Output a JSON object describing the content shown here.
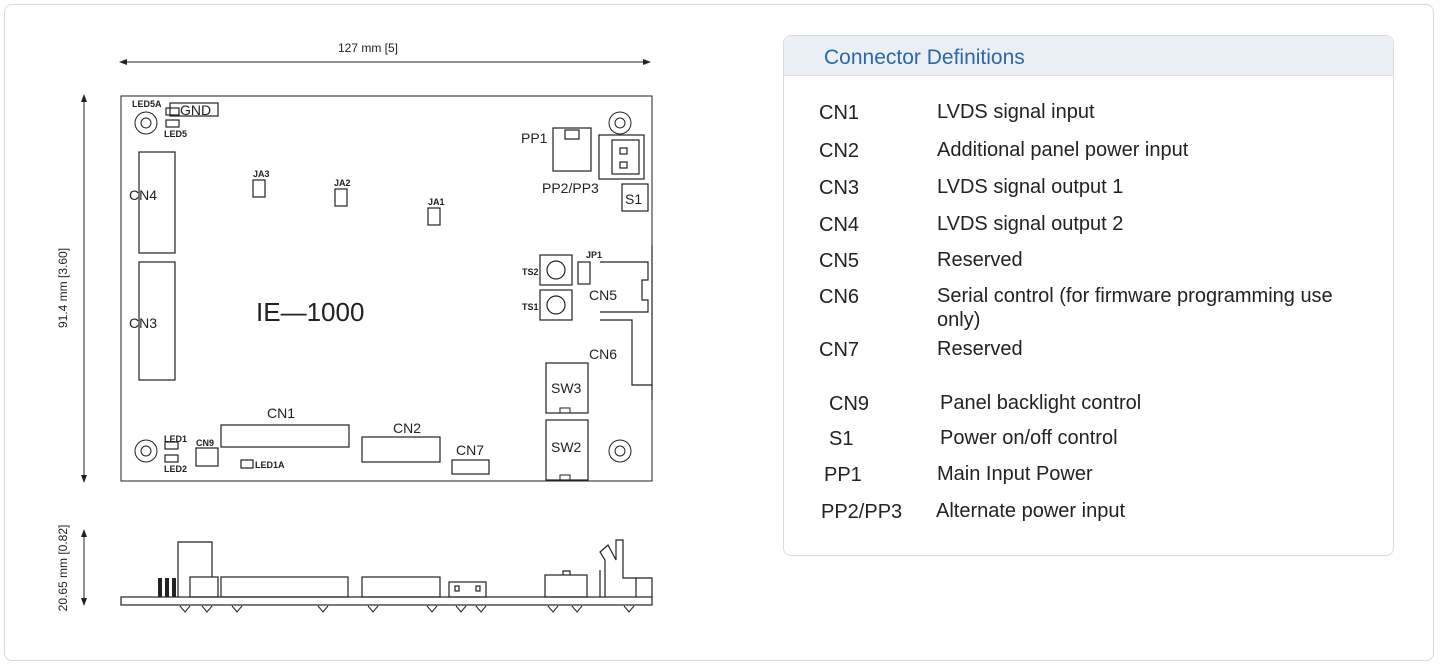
{
  "drawing": {
    "dim_width": "127 mm  [5]",
    "dim_height": "91.4 mm  [3.60]",
    "dim_thickness": "20.65 mm  [0.82]",
    "board_name": "IE—1000",
    "labels": {
      "cn1": "CN1",
      "cn2": "CN2",
      "cn3": "CN3",
      "cn4": "CN4",
      "cn5": "CN5",
      "cn6": "CN6",
      "cn7": "CN7",
      "cn9": "CN9",
      "pp1": "PP1",
      "pp2pp3": "PP2/PP3",
      "s1": "S1",
      "sw2": "SW2",
      "sw3": "SW3",
      "gnd": "GND",
      "led5a": "LED5A",
      "led5": "LED5",
      "led1": "LED1",
      "led2": "LED2",
      "led1a": "LED1A",
      "ja1": "JA1",
      "ja2": "JA2",
      "ja3": "JA3",
      "jp1": "JP1",
      "ts1": "TS1",
      "ts2": "TS2"
    }
  },
  "panel": {
    "title": "Connector Definitions",
    "rows": [
      {
        "code": "CN1",
        "desc": "LVDS signal input"
      },
      {
        "code": "CN2",
        "desc": "Additional panel power input"
      },
      {
        "code": "CN3",
        "desc": "LVDS signal output 1"
      },
      {
        "code": "CN4",
        "desc": "LVDS signal output 2"
      },
      {
        "code": "CN5",
        "desc": "Reserved"
      },
      {
        "code": "CN6",
        "desc": "Serial control (for firmware programming use only)"
      },
      {
        "code": "CN7",
        "desc": "Reserved"
      },
      {
        "code": "CN9",
        "desc": "Panel backlight control"
      },
      {
        "code": "S1",
        "desc": "Power on/off control"
      },
      {
        "code": "PP1",
        "desc": "Main Input Power"
      },
      {
        "code": "PP2/PP3",
        "desc": "Alternate power input"
      }
    ]
  }
}
